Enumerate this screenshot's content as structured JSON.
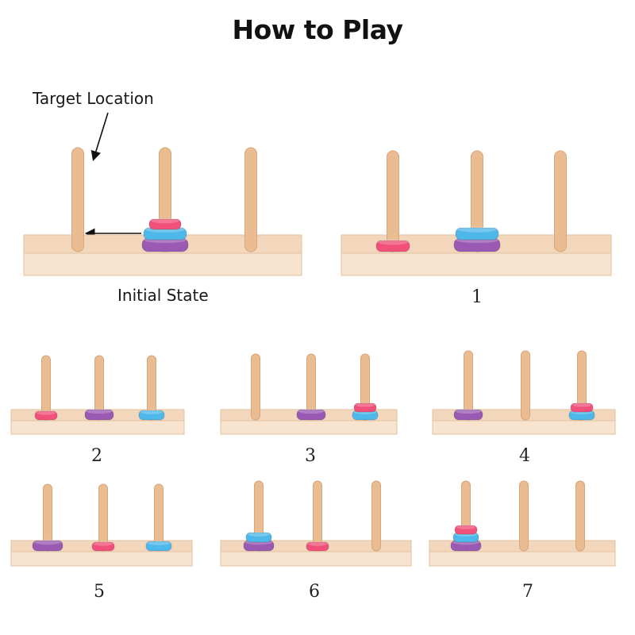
{
  "title": "How to Play",
  "labels": {
    "target": "Target Location",
    "initial": "Initial State"
  },
  "step_numbers": [
    "1",
    "2",
    "3",
    "4",
    "5",
    "6",
    "7"
  ],
  "colors": {
    "wood_top": "#f3d7bd",
    "wood_front": "#f7e3ce",
    "peg": "#e9bc92",
    "pink": "#f0507a",
    "blue": "#4fb8ea",
    "purple": "#9a5ab3"
  },
  "rings": {
    "small": "pink",
    "medium": "blue",
    "large": "purple"
  },
  "states": [
    {
      "name": "initial-state",
      "pegs": [
        [],
        [
          "large",
          "medium",
          "small"
        ],
        []
      ]
    },
    {
      "name": "step-1",
      "pegs": [
        [
          "small"
        ],
        [
          "large",
          "medium"
        ],
        []
      ]
    },
    {
      "name": "step-2",
      "pegs": [
        [
          "small"
        ],
        [
          "large"
        ],
        [
          "medium"
        ]
      ]
    },
    {
      "name": "step-3",
      "pegs": [
        [],
        [
          "large"
        ],
        [
          "medium",
          "small"
        ]
      ]
    },
    {
      "name": "step-4",
      "pegs": [
        [
          "large"
        ],
        [],
        [
          "medium",
          "small"
        ]
      ]
    },
    {
      "name": "step-5",
      "pegs": [
        [
          "large"
        ],
        [
          "small"
        ],
        [
          "medium"
        ]
      ]
    },
    {
      "name": "step-6",
      "pegs": [
        [
          "large",
          "medium"
        ],
        [
          "small"
        ],
        []
      ]
    },
    {
      "name": "step-7",
      "pegs": [
        [
          "large",
          "medium",
          "small"
        ],
        [],
        []
      ]
    }
  ]
}
